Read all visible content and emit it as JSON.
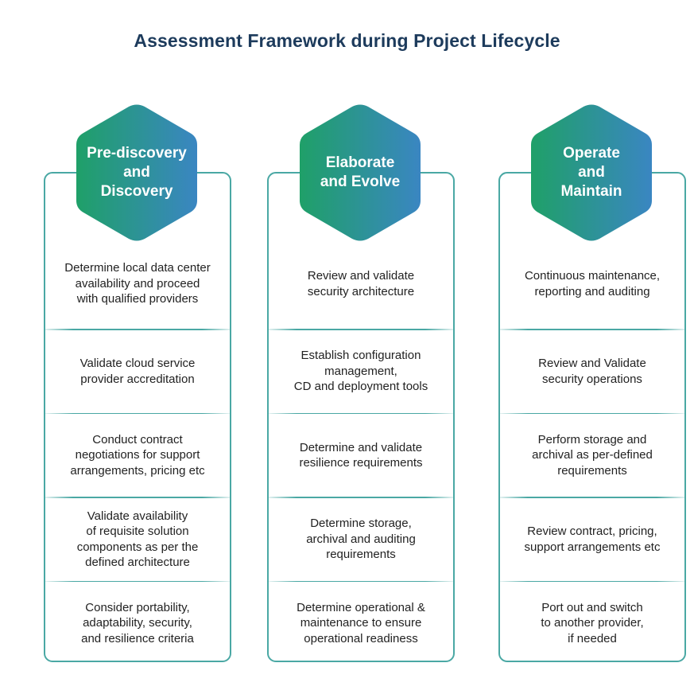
{
  "title": "Assessment Framework during Project Lifecycle",
  "colors": {
    "title": "#1d3b5c",
    "hex_gradient_start": "#1fa068",
    "hex_gradient_end": "#3a86c2",
    "card_border": "#4aa8a4",
    "cell_text": "#222222"
  },
  "columns": [
    {
      "heading": "Pre-discovery\nand\nDiscovery",
      "items": [
        "Determine local data center\navailability and proceed\nwith qualified providers",
        "Validate cloud service\nprovider accreditation",
        "Conduct contract\nnegotiations for support\narrangements, pricing etc",
        "Validate availability\nof requisite solution\ncomponents as per the\ndefined architecture",
        "Consider portability,\nadaptability, security,\nand resilience criteria"
      ]
    },
    {
      "heading": "Elaborate\nand Evolve",
      "items": [
        "Review and validate\nsecurity architecture",
        "Establish configuration\nmanagement,\nCD and deployment tools",
        "Determine and validate\nresilience requirements",
        "Determine storage,\narchival and auditing\nrequirements",
        "Determine operational &\nmaintenance to ensure\noperational readiness"
      ]
    },
    {
      "heading": "Operate\nand\nMaintain",
      "items": [
        "Continuous maintenance,\nreporting and auditing",
        "Review and Validate\nsecurity operations",
        "Perform storage and\narchival as per-defined\nrequirements",
        "Review contract, pricing,\nsupport arrangements etc",
        "Port out and switch\nto another provider,\nif needed"
      ]
    }
  ]
}
